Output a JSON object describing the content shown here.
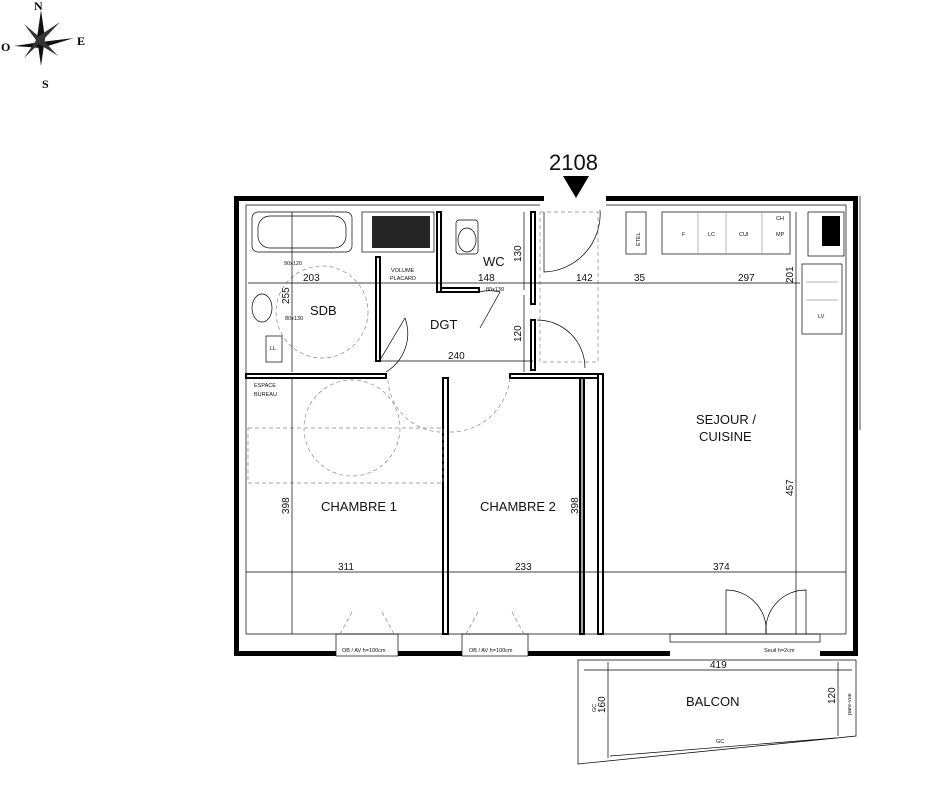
{
  "unit_number": "2108",
  "compass": {
    "north": "N",
    "east": "E",
    "south": "S",
    "west": "O"
  },
  "rooms": {
    "wc": "WC",
    "sdb": "SDB",
    "dgt": "DGT",
    "sejour_line1": "SEJOUR /",
    "sejour_line2": "CUISINE",
    "chambre1": "CHAMBRE 1",
    "chambre2": "CHAMBRE 2",
    "balcon": "BALCON",
    "espace_line1": "ESPACE",
    "espace_line2": "BUREAU"
  },
  "fixtures": {
    "volume_line1": "VOLUME",
    "volume_line2": "PLACARD",
    "etel": "ETEL",
    "f": "F",
    "lc": "LC",
    "cui": "CUI",
    "ch": "CH",
    "mp": "MP",
    "lv": "LV",
    "ll": "LL",
    "shower_90x120": "90x120",
    "turn_80x130_sdb": "80x130",
    "turn_80x130_dgt": "80x130",
    "window_chambre1": "OB / AV h=100cm",
    "window_chambre2": "OB / AV h=100cm",
    "seuil": "Seuil h=2cm",
    "gc_left": "GC",
    "gc_bottom": "GC",
    "pare_vue": "pare-vue"
  },
  "dimensions": {
    "d203": "203",
    "d255": "255",
    "d148": "148",
    "d130": "130",
    "d142": "142",
    "d35": "35",
    "d297": "297",
    "d201": "201",
    "d120_dgt": "120",
    "d240": "240",
    "d398_left": "398",
    "d398_right": "398",
    "d457": "457",
    "d311": "311",
    "d233": "233",
    "d374": "374",
    "d419": "419",
    "d160": "160",
    "d120_balcon": "120"
  }
}
